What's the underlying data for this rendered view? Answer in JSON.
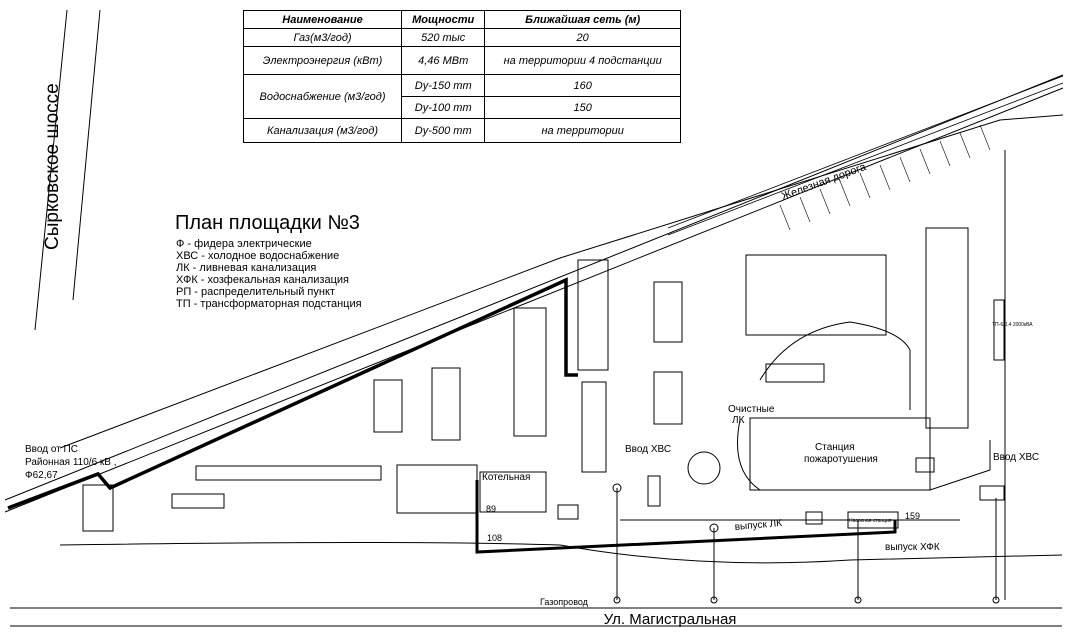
{
  "table": {
    "headers": [
      "Наименование",
      "Мощности",
      "Ближайшая сеть (м)"
    ],
    "rows": [
      {
        "name": "Газ(м3/год)",
        "capacity": "520 тыс",
        "network": "20"
      },
      {
        "name": "Электроэнергия (кВт)",
        "capacity": "4,46 МВт",
        "network": "на территории 4 подстанции"
      },
      {
        "name": "Водоснабжение (м3/год)",
        "capacity": "Dy-150 mm",
        "network": "160"
      },
      {
        "name": "",
        "capacity": "Dy-100 mm",
        "network": "150"
      },
      {
        "name": "Канализация (м3/год)",
        "capacity": "Dy-500 mm",
        "network": "на территории"
      }
    ]
  },
  "plan_title": "План площадки №3",
  "legend": [
    "Ф - фидера электрические",
    "ХВС - холодное водоснабжение",
    "ЛК - ливневая канализация",
    "ХФК - хозфекальная канализация",
    "РП - распределительный пункт",
    "ТП - трансформаторная подстанция"
  ],
  "labels": {
    "highway": "Сырковское шоссе",
    "street": "Ул. Магистральная",
    "railway": "Железная дорога",
    "input_ps_1": "Ввод от ПС",
    "input_ps_2": "Районная 110/6 кВ ,",
    "input_ps_3": "Ф62,67",
    "boiler": "Котельная",
    "water_input_1": "Ввод ХВС",
    "water_input_2": "Ввод ХВС",
    "treatment_1": "Очистные",
    "treatment_2": "ЛК",
    "fire_station_1": "Станция",
    "fire_station_2": "пожаротушения",
    "outlet_lk": "выпуск ЛК",
    "outlet_hfk": "выпуск ХФК",
    "gas_pipe": "Газопровод",
    "w89": "89",
    "w108": "108",
    "w159": "159",
    "tp": "ТП-6/0,4 2000кВА",
    "small_pump": "Насосная станция"
  }
}
